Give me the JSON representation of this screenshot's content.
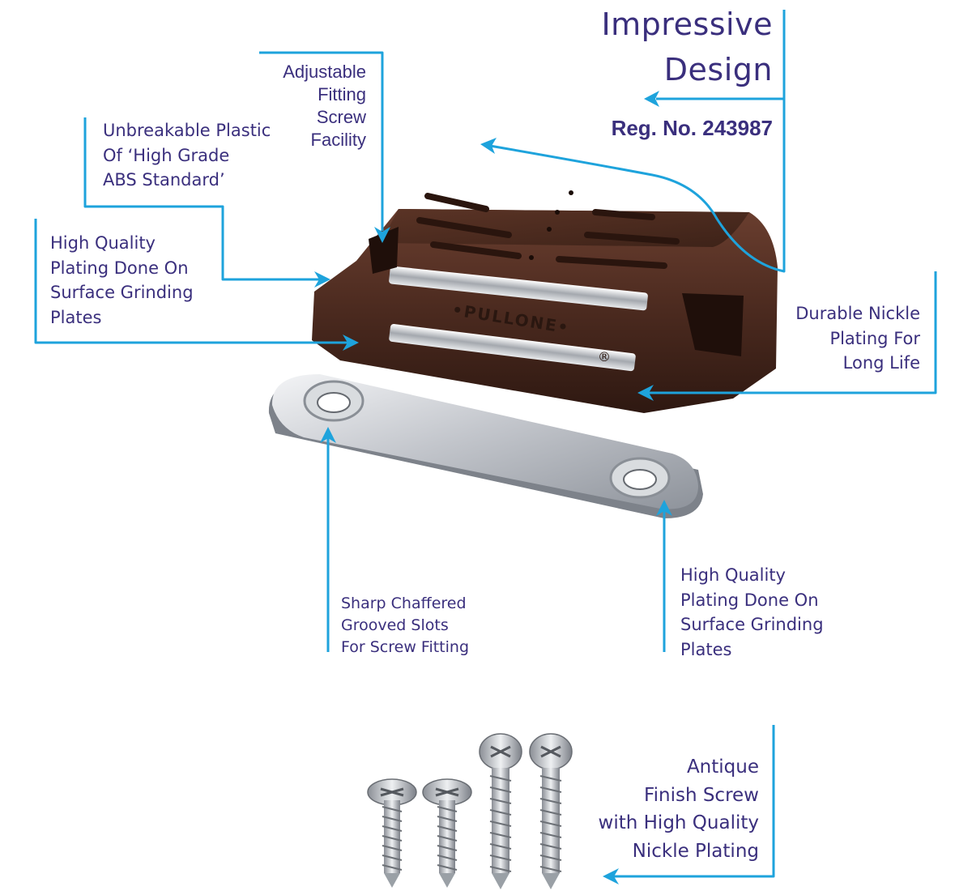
{
  "heading": {
    "lines": [
      "Impressive",
      "Design"
    ],
    "registration": "Reg. No. 243987"
  },
  "callouts": {
    "adjustable_screw": [
      "Adjustable",
      "Fitting",
      "Screw",
      "Facility"
    ],
    "abs_plastic": [
      "Unbreakable Plastic",
      "Of ‘High Grade",
      "ABS Standard’"
    ],
    "plating_left": [
      "High Quality",
      "Plating Done On",
      "Surface Grinding",
      "Plates"
    ],
    "nickle_plating": [
      "Durable Nickle",
      "Plating For",
      "Long Life"
    ],
    "grooved_slots": [
      "Sharp Chaffered",
      "Grooved Slots",
      "For Screw Fitting"
    ],
    "plating_bottom": [
      "High Quality",
      "Plating Done On",
      "Surface Grinding",
      "Plates"
    ],
    "screw_finish": [
      "Antique",
      "Finish Screw",
      "with High Quality",
      "Nickle Plating"
    ]
  },
  "product": {
    "logo_text": "PULLONE",
    "trademark": "®"
  },
  "colors": {
    "leader_line": "#1ea3dc",
    "label_text": "#3a2f7d",
    "catch_body": "#4a2a1f",
    "steel": "#c9ccd1"
  }
}
